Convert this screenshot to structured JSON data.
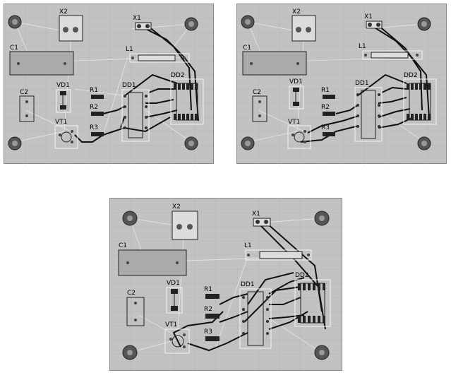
{
  "labels": {
    "x1": "X1",
    "x2": "X2",
    "c1": "C1",
    "c2": "C2",
    "l1": "L1",
    "vd1": "VD1",
    "vt1": "VT1",
    "r1": "R1",
    "r2": "R2",
    "r3": "R3",
    "dd1": "DD1",
    "dd2": "DD2"
  },
  "icons": {
    "mounting_hole": "mounting-hole-icon"
  },
  "colors": {
    "board": "#c2c2c2",
    "grid": "#b4b4b4",
    "trace": "#101010",
    "ratsnest": "#ececec",
    "outline": "#f4f4f4"
  }
}
